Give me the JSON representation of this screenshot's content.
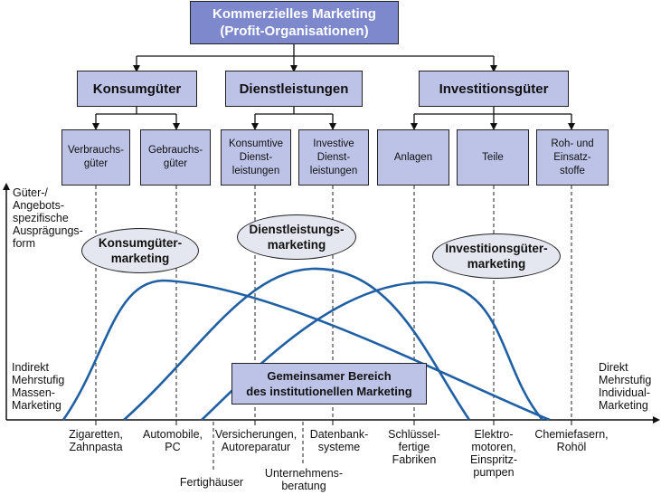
{
  "top": {
    "line1": "Kommerzielles Marketing",
    "line2": "(Profit-Organisationen)"
  },
  "categories": [
    "Konsumgüter",
    "Dienstleistungen",
    "Investitionsgüter"
  ],
  "subcategories": [
    {
      "line1": "Verbrauchs-",
      "line2": "güter"
    },
    {
      "line1": "Gebrauchs-",
      "line2": "güter"
    },
    {
      "line1": "Konsumtive",
      "line2": "Dienst-",
      "line3": "leistungen"
    },
    {
      "line1": "Investive",
      "line2": "Dienst-",
      "line3": "leistungen"
    },
    {
      "line1": "Anlagen"
    },
    {
      "line1": "Teile"
    },
    {
      "line1": "Roh- und",
      "line2": "Einsatz-",
      "line3": "stoffe"
    }
  ],
  "ellipses": {
    "konsum": {
      "line1": "Konsumgüter-",
      "line2": "marketing"
    },
    "dienst": {
      "line1": "Dienstleistungs-",
      "line2": "marketing"
    },
    "invest": {
      "line1": "Investitionsgüter-",
      "line2": "marketing"
    }
  },
  "common_area": {
    "line1": "Gemeinsamer Bereich",
    "line2": "des institutionellen Marketing"
  },
  "y_axis_label": "Güter-/\nAngebots-\nspezifische\nAusprägungs-\nform",
  "left_label": "Indirekt\nMehrstufig\nMassen-\nMarketing",
  "right_label": "Direkt\nMehrstufig\nIndividual-\nMarketing",
  "x_labels": [
    "Zigaretten,\nZahnpasta",
    "Automobile,\nPC",
    "Fertighäuser",
    "Versicherungen,\nAutoreparatur",
    "Unternehmens-\nberatung",
    "Datenbank-\nsysteme",
    "Schlüssel-\nfertige\nFabriken",
    "Elektro-\nmotoren,\nEinspritz-\npumpen",
    "Chemiefasern,\nRohöl"
  ],
  "colors": {
    "top_box": "#7d89cc",
    "boxes": "#bcc3e6",
    "ellipse": "#e4e6f0",
    "curve": "#1f5fa4"
  }
}
